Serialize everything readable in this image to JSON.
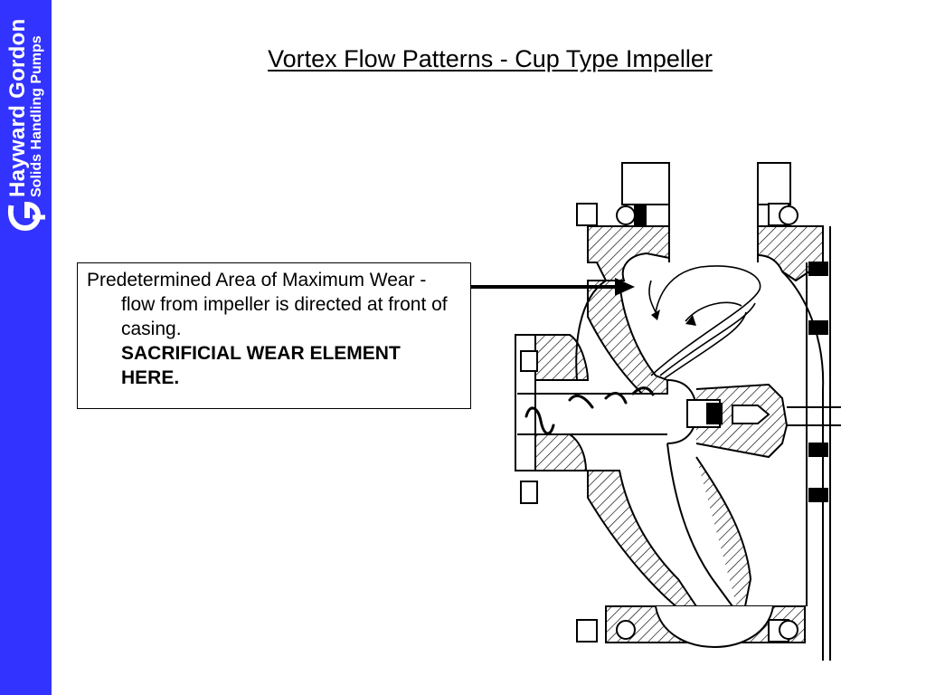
{
  "brand": {
    "name": "Hayward Gordon",
    "tagline": "Solids Handling Pumps",
    "color": "#3333ff"
  },
  "title": "Vortex Flow Patterns - Cup Type Impeller",
  "callout": {
    "text": "Predetermined Area of Maximum Wear - flow from impeller is directed at front of casing.",
    "emphasis": "SACRIFICIAL WEAR ELEMENT HERE."
  }
}
